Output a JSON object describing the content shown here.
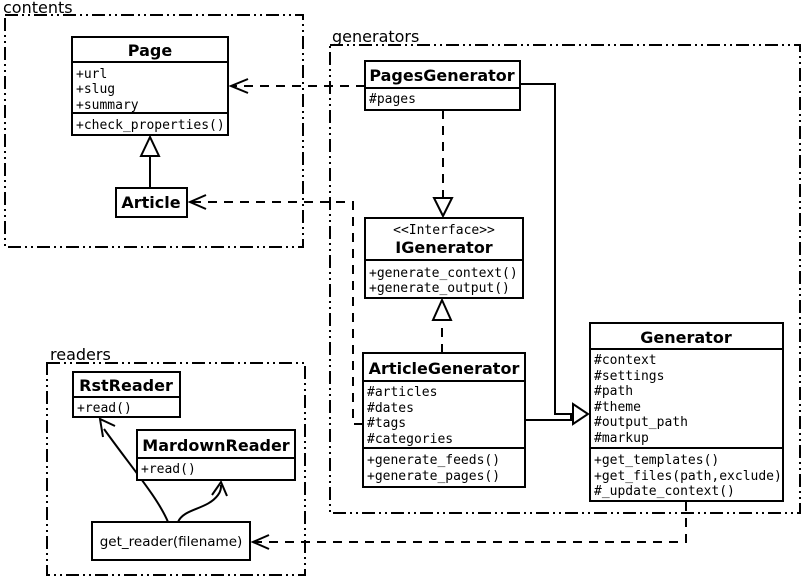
{
  "packages": [
    {
      "label": "contents"
    },
    {
      "label": "generators"
    },
    {
      "label": "readers"
    }
  ],
  "classes": {
    "page": {
      "name": "Page",
      "attributes": [
        "+url",
        "+slug",
        "+summary"
      ],
      "methods": [
        "+check_properties()"
      ]
    },
    "article": {
      "name": "Article"
    },
    "pages_generator": {
      "name": "PagesGenerator",
      "attributes": [
        "#pages"
      ]
    },
    "igenerator": {
      "stereotype": "<<Interface>>",
      "name": "IGenerator",
      "methods": [
        "+generate_context()",
        "+generate_output()"
      ]
    },
    "article_generator": {
      "name": "ArticleGenerator",
      "attributes": [
        "#articles",
        "#dates",
        "#tags",
        "#categories"
      ],
      "methods": [
        "+generate_feeds()",
        "+generate_pages()"
      ]
    },
    "generator": {
      "name": "Generator",
      "attributes": [
        "#context",
        "#settings",
        "#path",
        "#theme",
        "#output_path",
        "#markup"
      ],
      "methods": [
        "+get_templates()",
        "+get_files(path,exclude)",
        "#_update_context()"
      ]
    },
    "rst_reader": {
      "name": "RstReader",
      "methods": [
        "+read()"
      ]
    },
    "mardown_reader": {
      "name": "MardownReader",
      "methods": [
        "+read()"
      ]
    },
    "get_reader": {
      "name": "get_reader(filename)"
    }
  },
  "relations": [
    {
      "from": "Article",
      "to": "Page",
      "type": "inheritance",
      "style": "solid-hollow-triangle"
    },
    {
      "from": "PagesGenerator",
      "to": "IGenerator",
      "type": "realization",
      "style": "dashed-hollow-triangle"
    },
    {
      "from": "ArticleGenerator",
      "to": "IGenerator",
      "type": "realization",
      "style": "dashed-hollow-triangle"
    },
    {
      "from": "PagesGenerator",
      "to": "Generator",
      "type": "inheritance",
      "style": "solid-hollow-triangle"
    },
    {
      "from": "ArticleGenerator",
      "to": "Generator",
      "type": "inheritance",
      "style": "solid-hollow-triangle"
    },
    {
      "from": "PagesGenerator",
      "to": "Page",
      "type": "dependency",
      "style": "dashed-open-arrow"
    },
    {
      "from": "ArticleGenerator",
      "to": "Article",
      "type": "dependency",
      "style": "dashed-open-arrow"
    },
    {
      "from": "Generator",
      "to": "get_reader(filename)",
      "type": "dependency",
      "style": "dashed-open-arrow"
    },
    {
      "from": "get_reader(filename)",
      "to": "RstReader",
      "type": "reference",
      "style": "curved-open-arrow"
    },
    {
      "from": "get_reader(filename)",
      "to": "MardownReader",
      "type": "reference",
      "style": "curved-open-arrow"
    }
  ],
  "colors": {
    "stroke": "#000000",
    "background": "#ffffff"
  }
}
